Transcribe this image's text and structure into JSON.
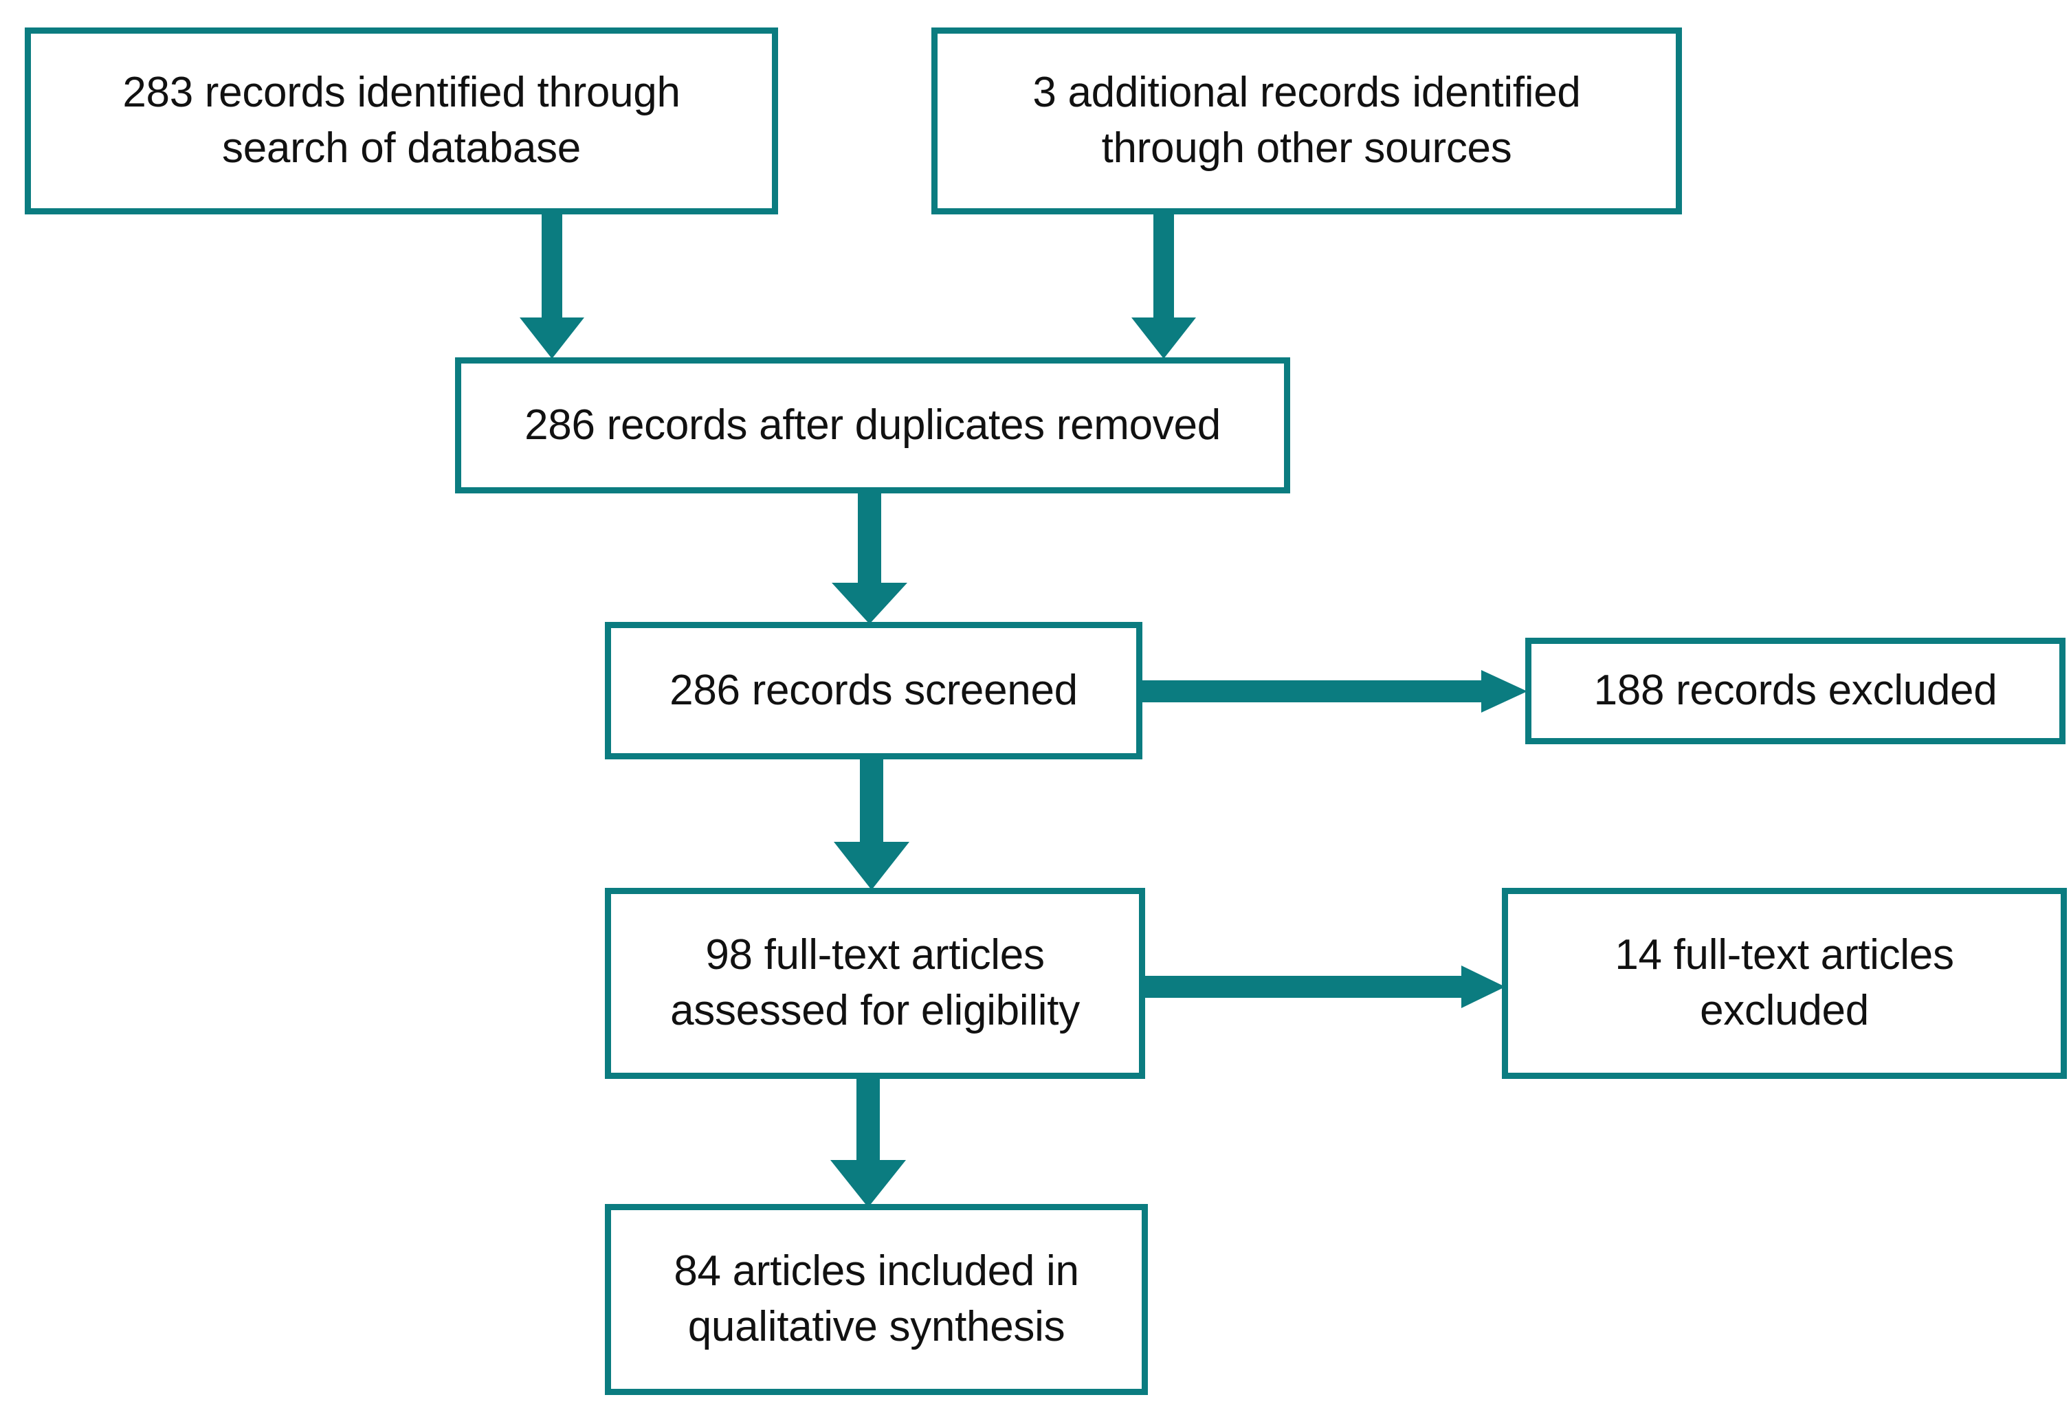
{
  "diagram": {
    "type": "prisma-flow-diagram",
    "accent_color": "#0b7c80",
    "background_color": "#ffffff",
    "text_color": "#111111",
    "nodes": [
      {
        "id": "identified-db",
        "label": "283 records identified through\nsearch of database",
        "count": 283,
        "stage": "identification"
      },
      {
        "id": "identified-other",
        "label": "3 additional records identified\nthrough other sources",
        "count": 3,
        "stage": "identification"
      },
      {
        "id": "after-duplicates",
        "label": "286 records after duplicates removed",
        "count": 286,
        "stage": "screening"
      },
      {
        "id": "records-screened",
        "label": "286 records screened",
        "count": 286,
        "stage": "screening"
      },
      {
        "id": "records-excluded",
        "label": "188 records excluded",
        "count": 188,
        "stage": "screening"
      },
      {
        "id": "fulltext-assessed",
        "label": "98 full-text articles\nassessed for eligibility",
        "count": 98,
        "stage": "eligibility"
      },
      {
        "id": "fulltext-excluded",
        "label": "14 full-text articles\nexcluded",
        "count": 14,
        "stage": "eligibility"
      },
      {
        "id": "included-synthesis",
        "label": "84 articles included in\nqualitative synthesis",
        "count": 84,
        "stage": "included"
      }
    ],
    "edges": [
      {
        "id": "edge-db-to-duplicates",
        "from": "identified-db",
        "to": "after-duplicates",
        "direction": "down"
      },
      {
        "id": "edge-other-to-duplicates",
        "from": "identified-other",
        "to": "after-duplicates",
        "direction": "down"
      },
      {
        "id": "edge-duplicates-to-screened",
        "from": "after-duplicates",
        "to": "records-screened",
        "direction": "down"
      },
      {
        "id": "edge-screened-to-excluded",
        "from": "records-screened",
        "to": "records-excluded",
        "direction": "right"
      },
      {
        "id": "edge-screened-to-fulltext",
        "from": "records-screened",
        "to": "fulltext-assessed",
        "direction": "down"
      },
      {
        "id": "edge-fulltext-to-excluded",
        "from": "fulltext-assessed",
        "to": "fulltext-excluded",
        "direction": "right"
      },
      {
        "id": "edge-fulltext-to-included",
        "from": "fulltext-assessed",
        "to": "included-synthesis",
        "direction": "down"
      }
    ]
  }
}
